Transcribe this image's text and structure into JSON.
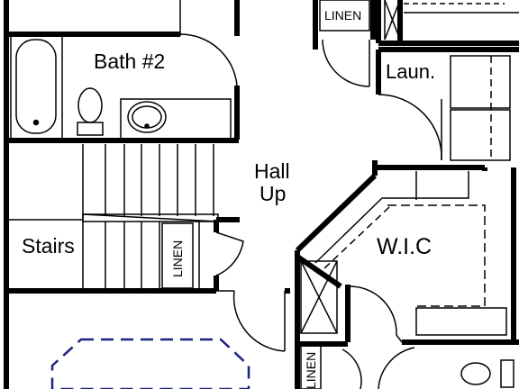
{
  "plan": {
    "rooms": {
      "bath2": "Bath #2",
      "laundry": "Laun.",
      "hall": [
        "Hall",
        "Up"
      ],
      "stairs": "Stairs",
      "wic": "W.I.C",
      "linen_top": "LINEN",
      "linen_stairs": "LINEN",
      "linen_bottom": "LINEN"
    },
    "colors": {
      "walls": "#000000",
      "ceiling_outline": "#1a237e"
    }
  }
}
